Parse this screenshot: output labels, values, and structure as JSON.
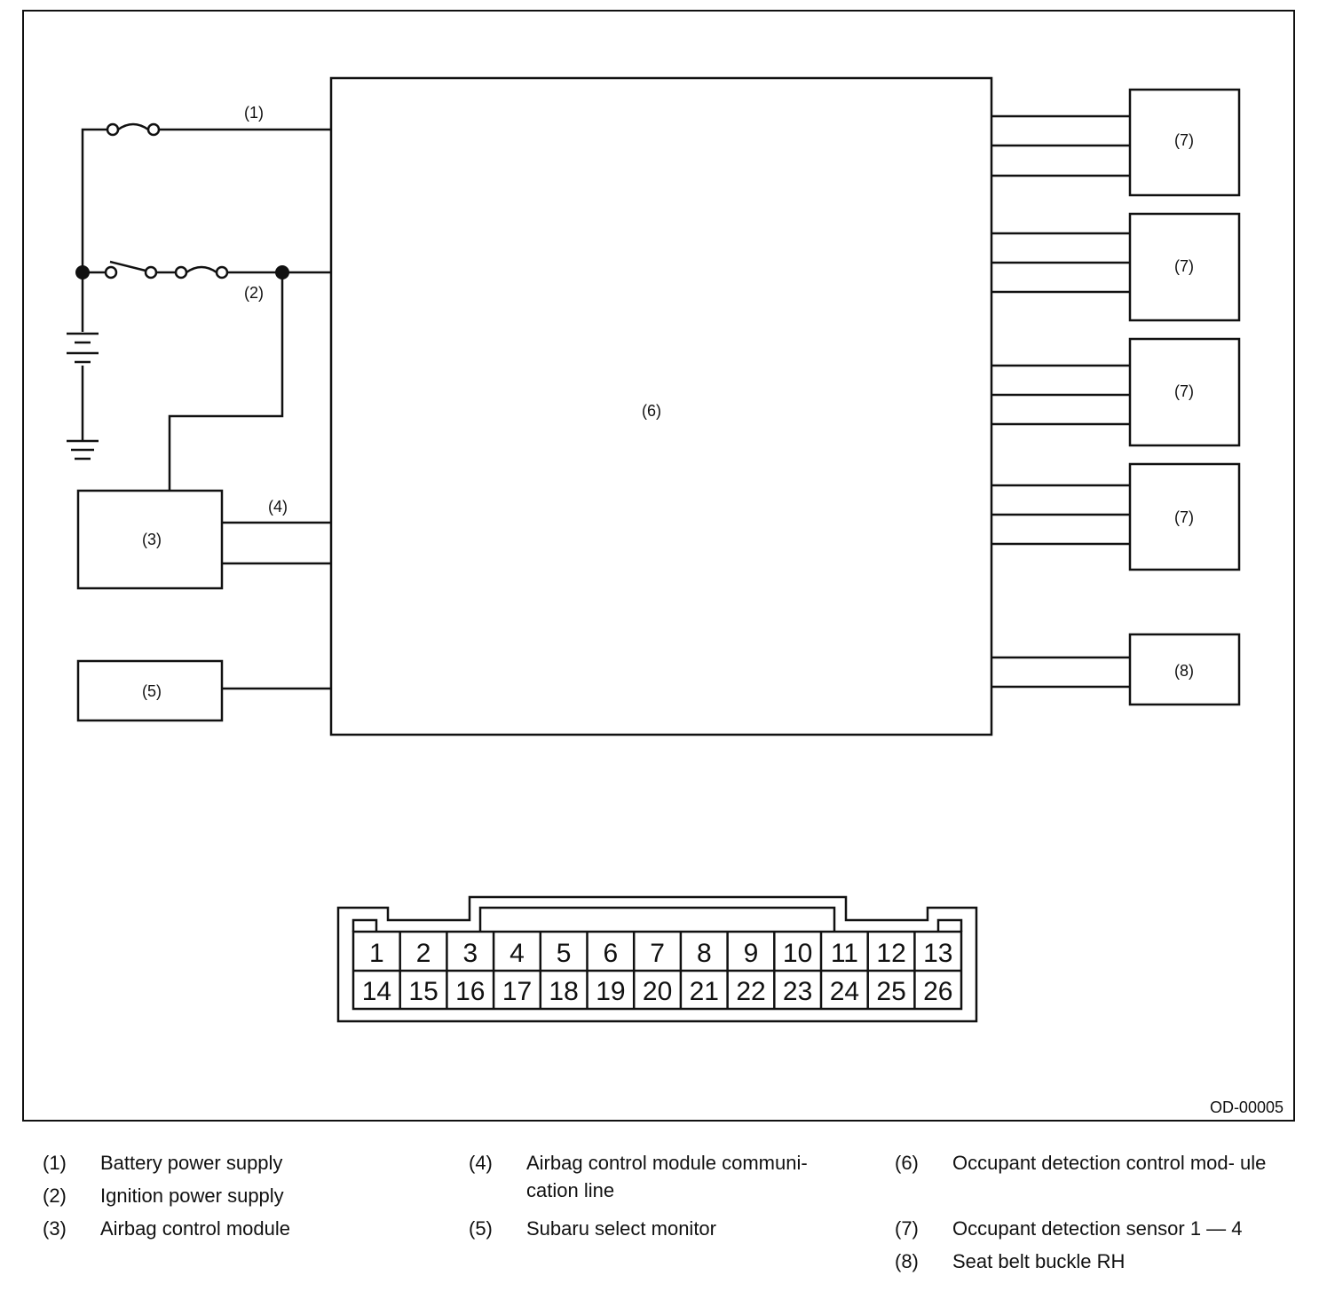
{
  "figure_code": "OD-00005",
  "labels": {
    "l1": "(1)",
    "l2": "(2)",
    "l3": "(3)",
    "l4": "(4)",
    "l5": "(5)",
    "l6": "(6)",
    "l7a": "(7)",
    "l7b": "(7)",
    "l7c": "(7)",
    "l7d": "(7)",
    "l8": "(8)"
  },
  "connector": {
    "top_row": [
      "1",
      "2",
      "3",
      "4",
      "5",
      "6",
      "7",
      "8",
      "9",
      "10",
      "11",
      "12",
      "13"
    ],
    "bottom_row": [
      "14",
      "15",
      "16",
      "17",
      "18",
      "19",
      "20",
      "21",
      "22",
      "23",
      "24",
      "25",
      "26"
    ]
  },
  "legend": [
    {
      "num": "(1)",
      "text": "Battery power supply"
    },
    {
      "num": "(2)",
      "text": "Ignition power supply"
    },
    {
      "num": "(3)",
      "text": "Airbag control module"
    },
    {
      "num": "(4)",
      "text": "Airbag control module communi- cation line"
    },
    {
      "num": "(5)",
      "text": "Subaru select monitor"
    },
    {
      "num": "(6)",
      "text": "Occupant detection control mod- ule"
    },
    {
      "num": "(7)",
      "text": "Occupant detection sensor 1 — 4"
    },
    {
      "num": "(8)",
      "text": "Seat belt buckle RH"
    }
  ]
}
